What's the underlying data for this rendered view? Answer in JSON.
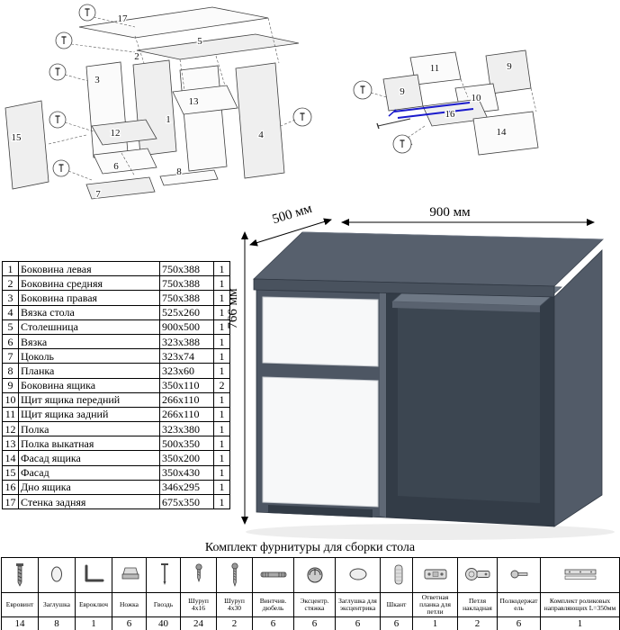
{
  "dimensions": {
    "width": "900 мм",
    "depth": "500 мм",
    "height": "766 мм"
  },
  "diagram_left": {
    "labels": {
      "p17": "17",
      "p5": "5",
      "p2": "2",
      "p3": "3",
      "p13": "13",
      "p12": "12",
      "p6": "6",
      "p7": "7",
      "p8": "8",
      "p1": "1",
      "p4": "4",
      "p15": "15"
    }
  },
  "diagram_right": {
    "labels": {
      "p11": "11",
      "p9a": "9",
      "p9b": "9",
      "p10": "10",
      "p16": "16",
      "p14": "14"
    }
  },
  "parts_table": {
    "rows": [
      {
        "num": "1",
        "name": "Боковина левая",
        "size": "750x388",
        "qty": "1"
      },
      {
        "num": "2",
        "name": "Боковина средняя",
        "size": "750x388",
        "qty": "1"
      },
      {
        "num": "3",
        "name": "Боковина правая",
        "size": "750x388",
        "qty": "1"
      },
      {
        "num": "4",
        "name": "Вязка стола",
        "size": "525x260",
        "qty": "1"
      },
      {
        "num": "5",
        "name": "Столешница",
        "size": "900x500",
        "qty": "1"
      },
      {
        "num": "6",
        "name": "Вязка",
        "size": "323x388",
        "qty": "1"
      },
      {
        "num": "7",
        "name": "Цоколь",
        "size": "323x74",
        "qty": "1"
      },
      {
        "num": "8",
        "name": "Планка",
        "size": "323x60",
        "qty": "1"
      },
      {
        "num": "9",
        "name": "Боковина ящика",
        "size": "350x110",
        "qty": "2"
      },
      {
        "num": "10",
        "name": "Щит ящика передний",
        "size": "266x110",
        "qty": "1"
      },
      {
        "num": "11",
        "name": "Щит ящика задний",
        "size": "266x110",
        "qty": "1"
      },
      {
        "num": "12",
        "name": "Полка",
        "size": "323x380",
        "qty": "1"
      },
      {
        "num": "13",
        "name": "Полка выкатная",
        "size": "500x350",
        "qty": "1"
      },
      {
        "num": "14",
        "name": "Фасад ящика",
        "size": "350x200",
        "qty": "1"
      },
      {
        "num": "15",
        "name": "Фасад",
        "size": "350x430",
        "qty": "1"
      },
      {
        "num": "16",
        "name": "Дно ящика",
        "size": "346x295",
        "qty": "1"
      },
      {
        "num": "17",
        "name": "Стенка задняя",
        "size": "675x350",
        "qty": "1"
      }
    ]
  },
  "hardware": {
    "title": "Комплект фурнитуры для сборки стола",
    "items": [
      {
        "name": "Евровинт",
        "qty": "14",
        "icon": "eurovint-icon"
      },
      {
        "name": "Заглушка",
        "qty": "8",
        "icon": "cap-icon"
      },
      {
        "name": "Евроключ",
        "qty": "1",
        "icon": "hex-key-icon"
      },
      {
        "name": "Ножка",
        "qty": "6",
        "icon": "foot-icon"
      },
      {
        "name": "Гвоздь",
        "qty": "40",
        "icon": "nail-icon"
      },
      {
        "name": "Шуруп 4x16",
        "qty": "24",
        "icon": "screw-4x16-icon"
      },
      {
        "name": "Шуруп 4x30",
        "qty": "2",
        "icon": "screw-4x30-icon"
      },
      {
        "name": "Винтчив. дюбель",
        "qty": "6",
        "icon": "dowel-screw-icon"
      },
      {
        "name": "Эксцентр. стяжка",
        "qty": "6",
        "icon": "cam-lock-icon"
      },
      {
        "name": "Заглушка для эксцентрика",
        "qty": "6",
        "icon": "cam-cap-icon"
      },
      {
        "name": "Шкант",
        "qty": "6",
        "icon": "dowel-icon"
      },
      {
        "name": "Ответная планка для петли",
        "qty": "1",
        "icon": "hinge-plate-icon"
      },
      {
        "name": "Петля накладная",
        "qty": "2",
        "icon": "hinge-icon"
      },
      {
        "name": "Полкодержатель",
        "qty": "6",
        "icon": "shelf-pin-icon"
      },
      {
        "name": "Комплект роликовых направляющих L=350мм",
        "qty": "1",
        "icon": "drawer-slides-icon"
      }
    ]
  }
}
